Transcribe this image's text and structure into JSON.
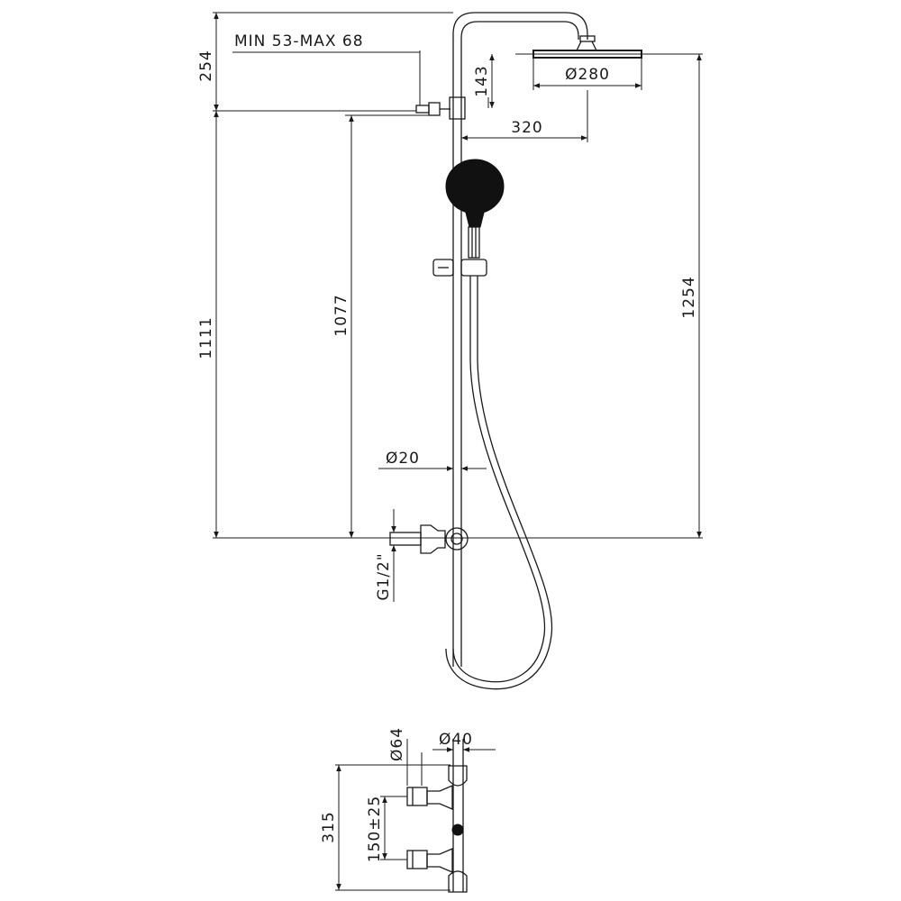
{
  "drawing": {
    "labels": {
      "wall_bracket_range": "MIN 53-MAX 68",
      "bracket_height": "254",
      "head_drop": "143",
      "head_diameter": "Ø280",
      "arm_reach": "320",
      "total_wall_height": "1111",
      "mid_height": "1077",
      "overall_height": "1254",
      "pipe_diameter": "Ø20",
      "thread": "G1/2\"",
      "mixer_diameter_64": "Ø64",
      "mixer_diameter_40": "Ø40",
      "mixer_height": "315",
      "inlet_spacing": "150±25"
    }
  }
}
